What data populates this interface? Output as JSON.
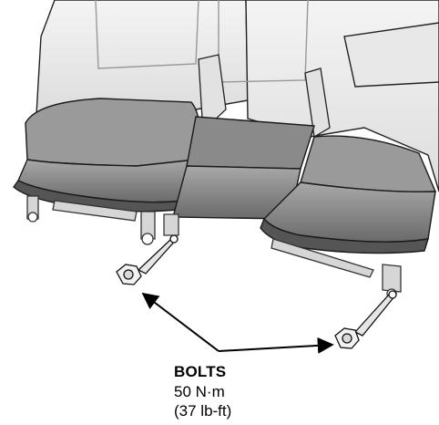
{
  "figure": {
    "subject": "rear seat cushion with mounting bolts",
    "colors": {
      "seat_back": "#eeeeee",
      "seat_back_shadow": "#d8d8d8",
      "cushion_top": "#8f8f8f",
      "cushion_front": "#6d6d6d",
      "cushion_center": "#7c7c7c",
      "outline": "#222222",
      "frame": "#bdbdbd",
      "arrow": "#000000"
    }
  },
  "callout": {
    "title": "BOLTS",
    "torque_metric": "50 N·m",
    "torque_imperial": "(37 lb-ft)"
  }
}
